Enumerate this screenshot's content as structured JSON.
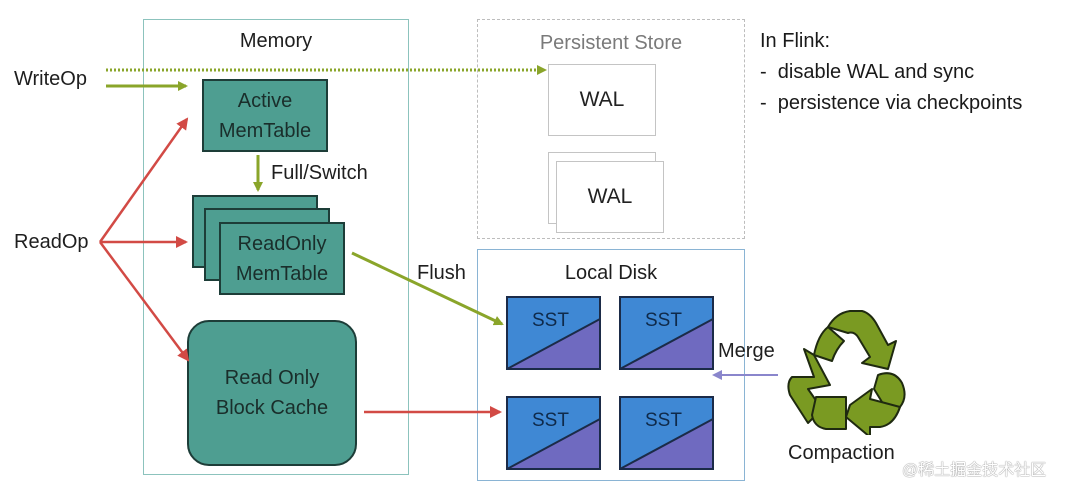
{
  "labels": {
    "write_op": "WriteOp",
    "read_op": "ReadOp",
    "full_switch": "Full/Switch",
    "flush": "Flush",
    "merge": "Merge",
    "compaction": "Compaction"
  },
  "memory": {
    "title": "Memory",
    "active_memtable": [
      "Active",
      "MemTable"
    ],
    "readonly_memtable": [
      "ReadOnly",
      "MemTable"
    ],
    "block_cache": [
      "Read Only",
      "Block Cache"
    ]
  },
  "persistent_store": {
    "title": "Persistent Store",
    "wal_1": "WAL",
    "wal_2": "WAL"
  },
  "local_disk": {
    "title": "Local Disk",
    "sst_files": [
      "SST",
      "SST",
      "SST",
      "SST"
    ]
  },
  "flink_notes": {
    "title": "In Flink:",
    "items": [
      "-  disable WAL and sync",
      "-  persistence via checkpoints"
    ]
  },
  "watermark": "@稀土掘金技术社区",
  "colors": {
    "teal": "#4e9e91",
    "sst_blue": "#3f88d4",
    "sst_purple": "#6f6ac0",
    "write_arrow": "#8aa52a",
    "read_arrow": "#d24a45",
    "merge_arrow": "#8a86cc",
    "recycle_green": "#7a9a22"
  }
}
